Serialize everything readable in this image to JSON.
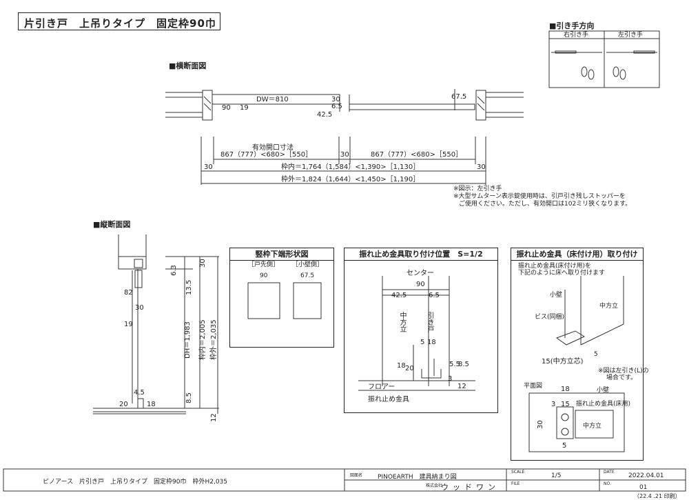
{
  "title": "片引き戸　上吊りタイプ　固定枠90巾",
  "pull_direction": {
    "heading": "■引き手方向",
    "right_label": "右引き手",
    "left_label": "左引き手"
  },
  "plan_section": {
    "heading": "■横断面図",
    "dw_label": "DW＝810",
    "dims": {
      "d90": "90",
      "d19": "19",
      "d30": "30",
      "d6_5": "6.5",
      "d42_5": "42.5",
      "d67_5": "67.5",
      "effective_label": "有効開口寸法",
      "left_opening": "867（777）<680>［550］",
      "mid30": "30",
      "right_opening": "867（777）<680>［550］",
      "side30_left": "30",
      "side30_right": "30",
      "inner": "枠内＝1,764（1,584）<1,390>［1,130］",
      "outer": "枠外＝1,824（1,644）<1,450>［1,190］"
    },
    "notes": [
      "※図示：左引き手",
      "※大型サムターン表示錠使用時は、引戸引き残しストッパーを",
      "ご使用ください。ただし、有効開口は102ミリ狭くなります。"
    ]
  },
  "vertical_section": {
    "heading": "■縦断面図",
    "dims": {
      "d82": "82",
      "d30": "30",
      "d19": "19",
      "d4_5": "4.5",
      "d20": "20",
      "d18": "18",
      "d6_3": "6.3",
      "d13_5": "13.5",
      "d30_top": "30",
      "d8_5": "8.5",
      "d12": "12",
      "dh": "DH＝1,983",
      "inner": "枠内＝2,005",
      "outer": "枠外＝2,035"
    }
  },
  "frame_end_panel": {
    "heading": "竪枠下端形状図",
    "col1_label": "［戸先側］",
    "col2_label": "［小壁側］",
    "col1_value": "90",
    "col2_value": "67.5"
  },
  "stopper_position_panel": {
    "heading": "振れ止め金具取り付け位置　S=1/2",
    "center": "センター",
    "d90": "90",
    "d42_5": "42.5",
    "d6_5": "6.5",
    "naka_houdate": "中方立",
    "hikido": "引き戸",
    "d5": "5",
    "d18": "18",
    "d18b": "18",
    "d20": "20",
    "d5_5": "5.5",
    "d8_5": "8.5",
    "d3": "3",
    "d12": "12",
    "floor": "フロアー",
    "stopper": "振れ止め金具"
  },
  "stopper_install_panel": {
    "heading": "振れ止め金具（床付け用）取り付け",
    "desc_line1": "振れ止め金具(床付け用)を",
    "desc_line2": "下記のように床へ取り付けます",
    "kokabe": "小壁",
    "naka_houdate": "中方立",
    "screw": "ビス(同梱)",
    "d5": "5",
    "d15": "15(中方立芯)",
    "note_line1": "※図は左引き(L)の",
    "note_line2": "場合です。",
    "plan_label": "平面図",
    "plan_kokabe": "小壁",
    "plan_d18": "18",
    "plan_d3": "3",
    "plan_d15": "15",
    "plan_stopper": "振れ止め金具(床用)",
    "plan_d30": "30",
    "plan_naka": "中方立",
    "plan_d5": "5"
  },
  "title_block": {
    "product": "ピノアース　片引き戸　上吊りタイプ　固定枠90巾　枠外H2,035",
    "drawing_name_label": "図面名",
    "drawing_name": "PINOEARTH　建具納まり図",
    "company_label": "株式会社",
    "company": "ウッドワン",
    "scale_label": "SCALE",
    "scale": "1/5",
    "date_label": "DATE",
    "date": "2022.04.01",
    "file_label": "FILE",
    "no_label": "NO.",
    "no": "01",
    "printed": "（22.4 .21 印刷）"
  }
}
